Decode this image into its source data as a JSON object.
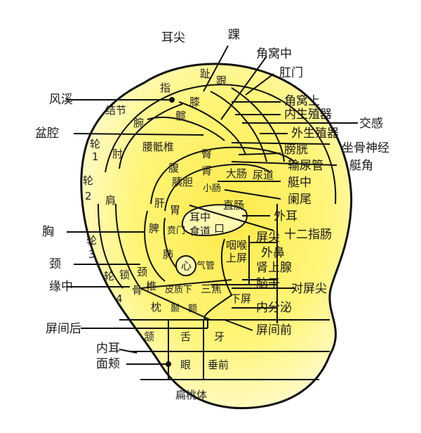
{
  "diagram": {
    "subject": "耳穴图",
    "colors": {
      "background": "#ffffff",
      "ear_fill": "#fff89a",
      "ear_fill_light": "#fffbd0",
      "ear_fill_deep": "#fde94a",
      "line": "#111111"
    },
    "outer_labels": {
      "er_jian": "耳尖",
      "huai": "踝",
      "jiao_wo_zhong": "角窝中",
      "gang_men": "肛门",
      "feng_xi": "风溪",
      "jiao_wo_shang": "角窝上",
      "nei_sheng_zhi_qi": "内生殖器",
      "jiao_gan": "交感",
      "pen_qiang": "盆腔",
      "wai_sheng_zhi_qi": "外生殖器",
      "zuo_gu_shen_jing": "坐骨神经",
      "pang_guang": "膀胱",
      "shu_niao_guan": "输尿管",
      "ting_jiao": "艇角",
      "ting_zhong": "艇中",
      "lan_wei": "阑尾",
      "wai_er": "外耳",
      "xiong": "胸",
      "ping_jian": "屏尖",
      "shi_er_zhi_chang": "十二指肠",
      "wai_bi": "外鼻",
      "jing": "颈",
      "shen_shang_xian": "肾上腺",
      "yuan_zhong": "缘中",
      "nao_gan": "脑干",
      "dui_ping_jian": "对屏尖",
      "nei_fen_mi": "内分泌",
      "ping_jian_hou": "屏间后",
      "ping_jian_qian": "屏间前",
      "nei_er": "内耳",
      "mian_jia": "面颊"
    },
    "inner_labels": {
      "zhi": "趾",
      "gen": "跟",
      "zhi_finger": "指",
      "xi": "膝",
      "kuan": "髋",
      "jie_jie": "结节",
      "wan": "腕",
      "yao_di_zhui": "腰骶椎",
      "tun": "臀",
      "shen": "肾",
      "lun1": "轮",
      "n1": "1",
      "zhou": "肘",
      "fu": "腹",
      "yi_dan": "胰胆",
      "da_chang": "大肠",
      "niao_dao": "尿道",
      "xiao_chang": "小肠",
      "lun2": "轮",
      "n2": "2",
      "jian": "肩",
      "gan": "肝",
      "wei": "胃",
      "er_zhong": "耳中",
      "zhi_chang": "直肠",
      "pi": "脾",
      "ben_men": "贲门",
      "shi_dao": "食道",
      "kou": "口",
      "yan_hou": "咽喉",
      "shang_ping": "上屏",
      "lun3": "轮",
      "n3": "3",
      "fei": "肺",
      "xin": "心",
      "qi_guan": "气管",
      "lun": "轮",
      "suo": "锁",
      "jing_zhui": "颈",
      "gu": "骨",
      "zhui": "椎",
      "n4": "4",
      "pi_zhi_xia": "皮质下",
      "san_jiao": "三焦",
      "zhen": "枕",
      "nie": "颞",
      "xia_ping": "下屏",
      "e": "额",
      "han": "颔",
      "she": "舌",
      "ya": "牙",
      "yan": "眼",
      "chui_qian": "垂前",
      "bian_tao_ti": "扁桃体"
    }
  }
}
